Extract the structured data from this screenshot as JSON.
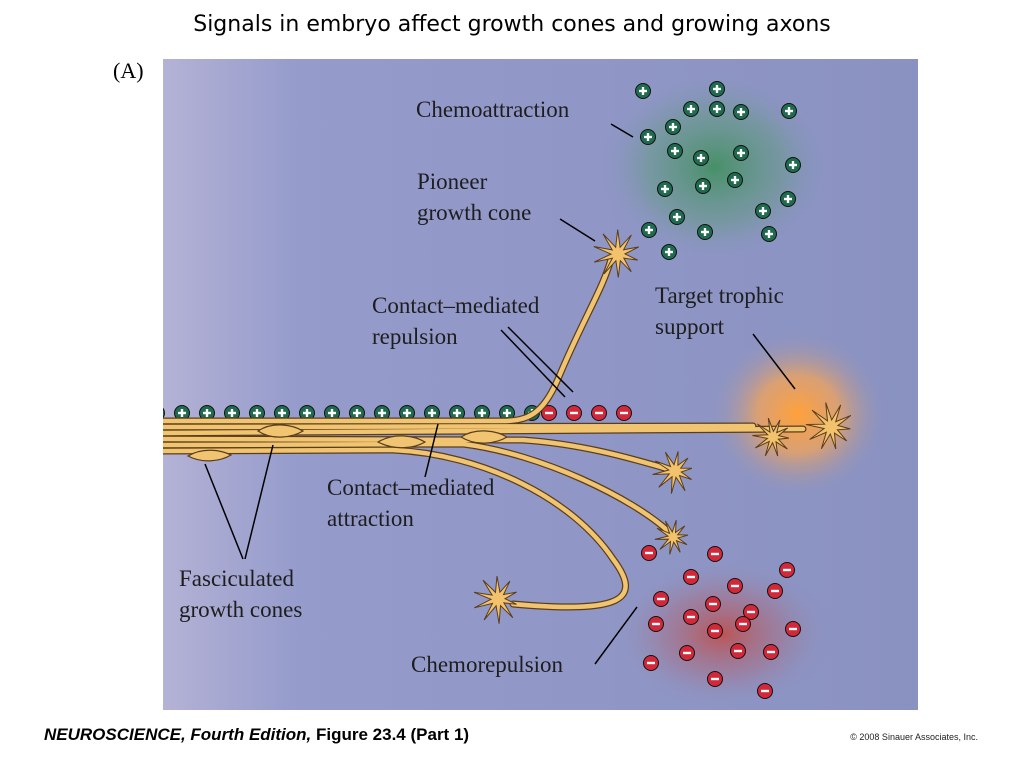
{
  "title": "Signals in embryo affect growth cones and growing axons",
  "panel_label": "(A)",
  "labels": {
    "chemoattraction": "Chemoattraction",
    "pioneer_line1": "Pioneer",
    "pioneer_line2": "growth cone",
    "repulsion_line1": "Contact–mediated",
    "repulsion_line2": "repulsion",
    "trophic_line1": "Target trophic",
    "trophic_line2": "support",
    "attraction_line1": "Contact–mediated",
    "attraction_line2": "attraction",
    "fasciculated_line1": "Fasciculated",
    "fasciculated_line2": "growth cones",
    "chemorepulsion": "Chemorepulsion"
  },
  "footer": {
    "book": "NEUROSCIENCE",
    "edition": ", Fourth Edition,",
    "figure": " Figure 23.4 (Part 1)",
    "copyright": "© 2008 Sinauer Associates, Inc."
  },
  "colors": {
    "background": "#8d94c3",
    "axon": "#f2c26c",
    "positive": "#1f6b4e",
    "negative": "#d1283a"
  }
}
